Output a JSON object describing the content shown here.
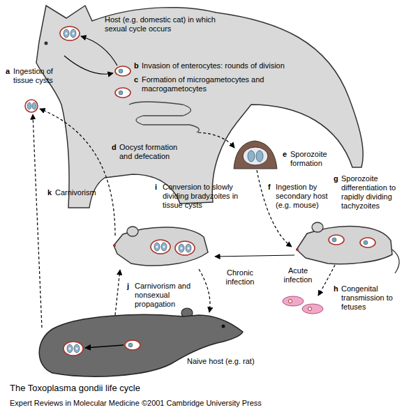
{
  "diagram": {
    "title": "The Toxoplasma gondii life cycle",
    "caption": "Expert Reviews in Molecular Medicine ©2001 Cambridge University Press",
    "labels": [
      "Host (e.g. domestic cat) in which sexual cycle occurs",
      "a",
      "Ingestion of tissue cysts",
      "b",
      "Invasion of enterocytes: rounds of division",
      "c",
      "Formation of microgametocytes and macrogametocytes",
      "d",
      "Oocyst formation and defecation",
      "e",
      "Sporozoite formation",
      "f",
      "Ingestion by secondary host (e.g. mouse)",
      "g",
      "Sporozoite differentiation to rapidly dividing tachyzoites",
      "Acute infection",
      "h",
      "Congenital transmission to fetuses",
      "i",
      "Conversion to slowly dividing bradyzoites in tissue cysts",
      "Chronic infection",
      "j",
      "Carnivorism and nonsexual propagation",
      "Naive host (e.g. rat)",
      "k",
      "Carnivorism"
    ]
  }
}
